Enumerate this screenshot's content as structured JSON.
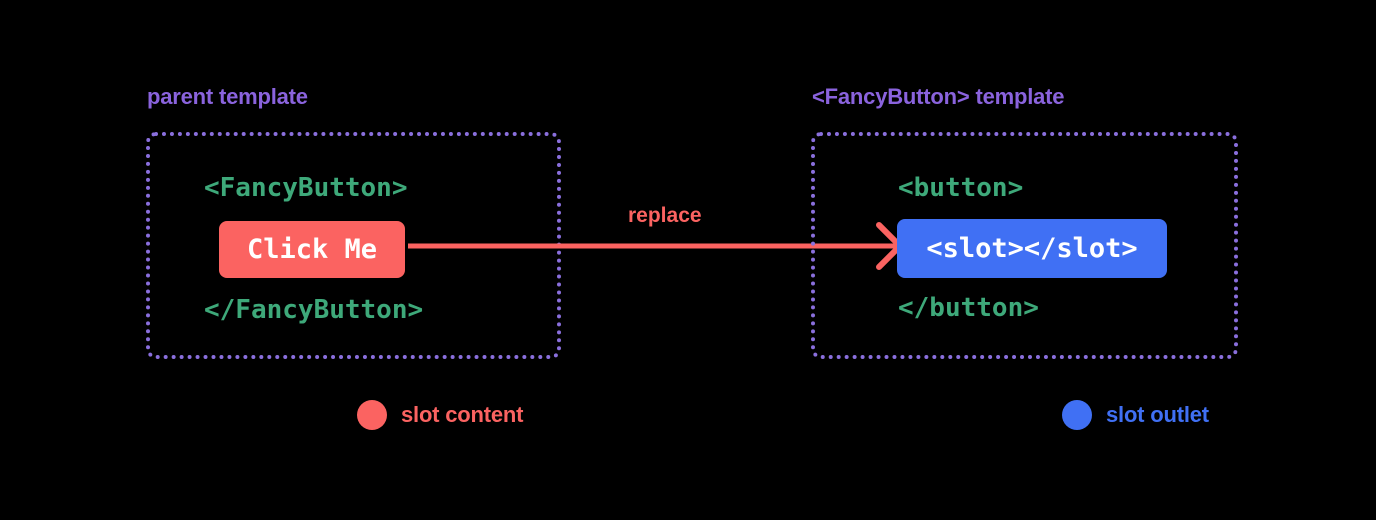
{
  "diagram": {
    "background_color": "#000000",
    "title_color": "#8a63dd",
    "code_color": "#3ea97a",
    "slot_content_color": "#fb6361",
    "slot_outlet_color": "#4070f4",
    "border_color": "#8a6fdd"
  },
  "panels": {
    "left": {
      "title": "parent template",
      "code_open": "<FancyButton>",
      "chip_text": "Click Me",
      "code_close": "</FancyButton>"
    },
    "right": {
      "title": "<FancyButton> template",
      "code_open": "<button>",
      "chip_text": "<slot></slot>",
      "code_close": "</button>"
    }
  },
  "arrow": {
    "label": "replace",
    "color": "#fb6361",
    "direction": "left-to-right"
  },
  "legend": [
    {
      "label": "slot content",
      "color": "#fb6361"
    },
    {
      "label": "slot outlet",
      "color": "#4070f4"
    }
  ]
}
